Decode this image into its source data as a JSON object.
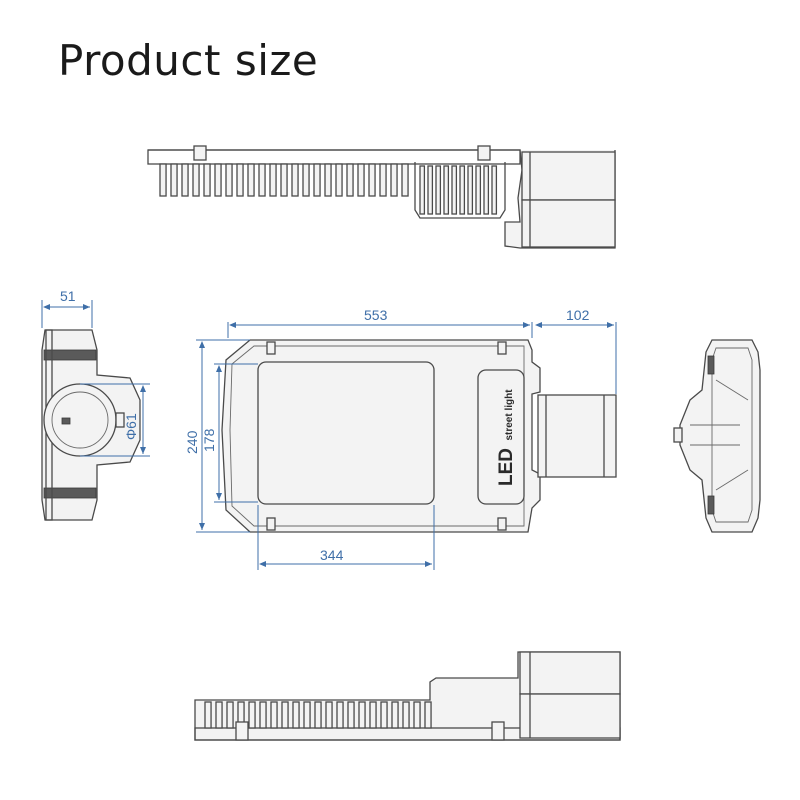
{
  "title": "Product size",
  "dimensions": {
    "side_width": "51",
    "diameter": "Φ61",
    "length": "553",
    "arm_length": "102",
    "overall_width": "240",
    "panel_width": "178",
    "panel_length": "344"
  },
  "brand_label": {
    "main": "LED",
    "sub": "street light"
  },
  "colors": {
    "dimension": "#3f6fa8",
    "outline": "#4a4a4a"
  }
}
